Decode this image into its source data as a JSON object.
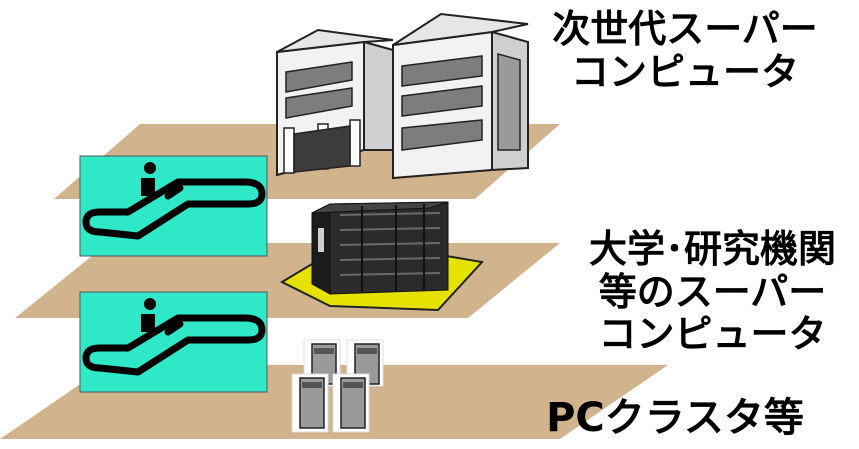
{
  "labels": {
    "top_line1": "次世代スーパー",
    "top_line2": "コンピュータ",
    "mid_line1": "大学･研究機関",
    "mid_line2": "等のスーパー",
    "mid_line3": "コンピュータ",
    "bottom": "PCクラスタ等"
  },
  "colors": {
    "floor": "#d1b48e",
    "escalator_panel": "#2ee8c8",
    "server_pad": "#e6e200",
    "building_wall": "#f2f2f2",
    "building_shade": "#cfcfcf",
    "server_dark": "#2b2b2b"
  },
  "icons": [
    "escalator-icon",
    "person-icon",
    "office-building-icon",
    "supercomputer-rack-icon",
    "pc-tower-icon"
  ]
}
